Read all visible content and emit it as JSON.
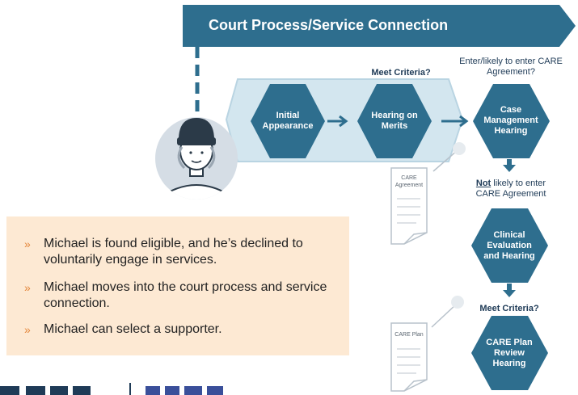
{
  "banner": {
    "title": "Court Process/Service Connection"
  },
  "flow": {
    "initial_appearance": "Initial Appearance",
    "hearing_on_merits": "Hearing on Merits",
    "meet_criteria_1": "Meet Criteria?",
    "enter_likely_note": "Enter/likely to enter CARE Agreement?",
    "case_management": "Case Management Hearing",
    "not_word": "Not",
    "not_likely_rest": " likely to enter",
    "not_likely_line2": "CARE Agreement",
    "clinical_evaluation": "Clinical Evaluation and Hearing",
    "meet_criteria_2": "Meet Criteria?",
    "care_plan_review": "CARE Plan Review Hearing"
  },
  "documents": {
    "care_agreement": "CARE Agreement",
    "care_plan": "CARE Plan"
  },
  "bullets": [
    "Michael is found eligible, and he’s declined to voluntarily engage in services.",
    "Michael moves into the court process and service connection.",
    "Michael can select a supporter."
  ],
  "bullet_marker": "»",
  "colors": {
    "teal": "#2e6e8e",
    "light_band": "#d3e6ef",
    "bullet_bg": "#fde9d3",
    "bullet_marker": "#e4863a",
    "avatar_circle": "#d5dde5"
  }
}
